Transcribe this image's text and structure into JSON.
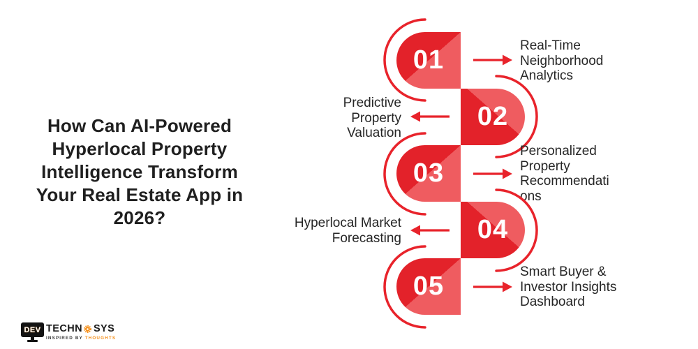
{
  "title": "How Can AI-Powered\nHyperlocal Property\nIntelligence Transform\nYour Real Estate App in\n2026?",
  "colors": {
    "red-dark": "#e3222a",
    "red-light": "#ef5c60",
    "stroke-red": "#e8232b",
    "text-dark": "#1f1f1f",
    "label-color": "#262626",
    "logo-orange": "#f6921e",
    "logo-black": "#131313"
  },
  "timeline": {
    "items": [
      {
        "number": "01",
        "side": "right",
        "label": "Real-Time\nNeighborhood\nAnalytics"
      },
      {
        "number": "02",
        "side": "left",
        "label": "Predictive\nProperty\nValuation"
      },
      {
        "number": "03",
        "side": "right",
        "label": "Personalized\nProperty\nRecommendati\nons"
      },
      {
        "number": "04",
        "side": "left",
        "label": "Hyperlocal Market\nForecasting"
      },
      {
        "number": "05",
        "side": "right",
        "label": "Smart Buyer &\nInvestor Insights\nDashboard"
      }
    ]
  },
  "logo": {
    "dev": "DEV",
    "techn": "TECHN",
    "sys": "SYS",
    "tagline_left": "INSPIRED BY",
    "tagline_right": "THOUGHTS"
  }
}
